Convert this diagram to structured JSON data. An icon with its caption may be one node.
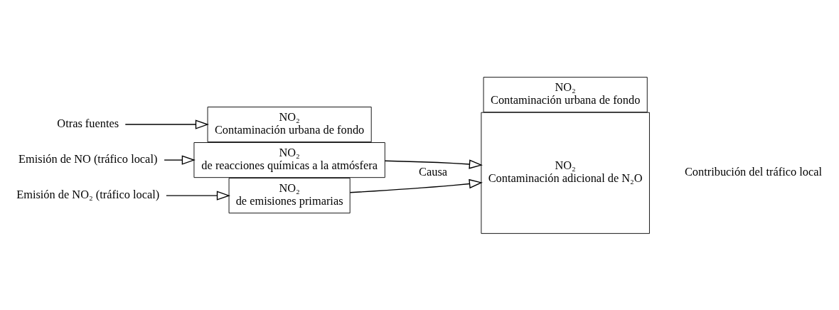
{
  "diagram": {
    "nodes": [
      {
        "text": [
          "Emisión de NO (tráfico local)"
        ]
      },
      {
        "text": [
          "Emisión de NO₂ (tráfico local)"
        ]
      },
      {
        "text": [
          "Otras fuentes"
        ]
      },
      {
        "text": [
          "NO₂",
          "de reacciones químicas a la atmósfera"
        ]
      },
      {
        "text": [
          "NO₂",
          "de emisiones primarias"
        ]
      },
      {
        "text": [
          "NO₂",
          "Contaminación urbana de fondo"
        ]
      },
      {
        "text": [
          "NO₂",
          "Contaminación adicional de N₂O"
        ]
      },
      {
        "text": [
          "NO₂",
          "Contaminación urbana de fondo"
        ]
      }
    ],
    "edges": [
      {
        "from": 0,
        "to": 3,
        "arrow": "to"
      },
      {
        "from": 1,
        "to": 4,
        "arrow": "to"
      },
      {
        "from": 2,
        "to": 5,
        "arrow": "to"
      },
      {
        "from": 3,
        "to": 6,
        "arrow": "to"
      },
      {
        "from": 4,
        "to": 6,
        "arrow": "to"
      }
    ],
    "labels": [
      "Causa",
      "Contribución del tráfico local"
    ]
  }
}
